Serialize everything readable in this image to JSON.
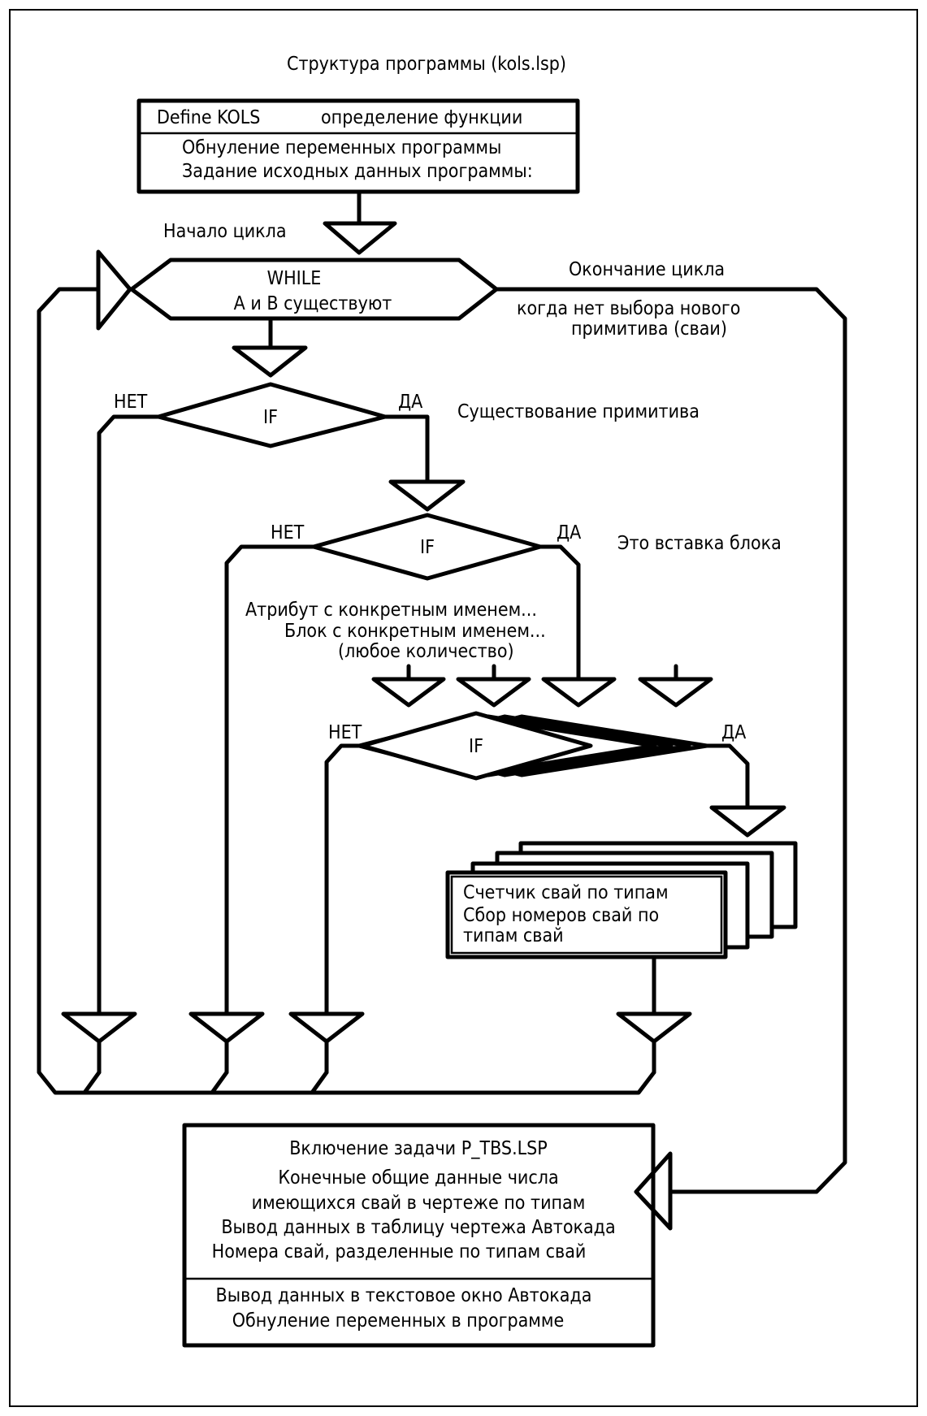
{
  "title": "Структура программы (kols.lsp)",
  "header_box": {
    "line1_left": "Define KOLS",
    "line1_right": "определение функции",
    "line2": "Обнуление переменных программы",
    "line3": "Задание исходных данных программы:"
  },
  "loop_start_label": "Начало цикла",
  "while_block": {
    "keyword": "WHILE",
    "condition": "A  и  B  существуют"
  },
  "loop_end_label": "Окончание цикла",
  "loop_end_note": [
    "когда нет выбора нового",
    "примитива (сваи)"
  ],
  "if1": {
    "label": "IF",
    "no": "НЕТ",
    "yes": "ДА",
    "note": "Существование примитива"
  },
  "if2": {
    "label": "IF",
    "no": "НЕТ",
    "yes": "ДА",
    "note": "Это вставка блока"
  },
  "if3_notes": [
    "Атрибут с конкретным именем...",
    "Блок с конкретным именем...",
    "(любое количество)"
  ],
  "if3": {
    "label": "IF",
    "no": "НЕТ",
    "yes": "ДА"
  },
  "counter_box": {
    "line1": "Счетчик свай по типам",
    "line2": "Сбор номеров свай по",
    "line3": "типам свай"
  },
  "final_box": {
    "line1": "Включение задачи P_TBS.LSP",
    "line2": "Конечные общие данные числа",
    "line3": "имеющихся свай в чертеже по типам",
    "line4": "Вывод данных в таблицу чертежа Автокада",
    "line5": "Номера свай, разделенные по типам свай",
    "line6": "Вывод данных в текстовое окно Автокада",
    "line7": "Обнуление переменных в программе"
  },
  "colors": {
    "line": "#000000",
    "background": "#ffffff"
  }
}
